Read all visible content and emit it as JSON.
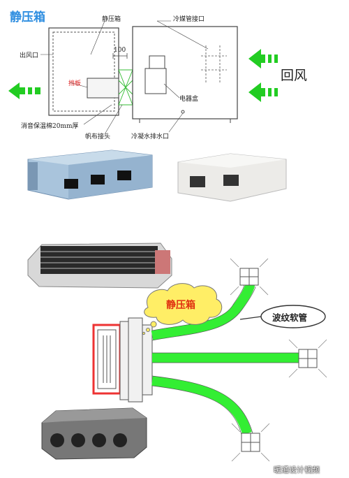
{
  "diagram": {
    "title": "静压箱",
    "labels": {
      "plenum_box": "静压箱",
      "refrigerant_port": "冷媒管接口",
      "air_outlet": "出风口",
      "dim_100": "100",
      "baffle": "挡板",
      "insulation": "消音保温棉20mm厚",
      "canvas_joint": "帆布接头",
      "condensate_port": "冷凝水排水口",
      "electrical_box": "电器盒",
      "return_air": "回风"
    },
    "callouts": {
      "plenum_cloud": "静压箱",
      "flexible_duct": "波纹软管"
    },
    "watermark": "暖通设计视频"
  },
  "colors": {
    "title": "#2d8de0",
    "arrow_green": "#22cc22",
    "duct_green": "#33ee33",
    "cloud_yellow": "#ffee66",
    "label_red": "#e02020",
    "frame_red": "#ee3333"
  }
}
